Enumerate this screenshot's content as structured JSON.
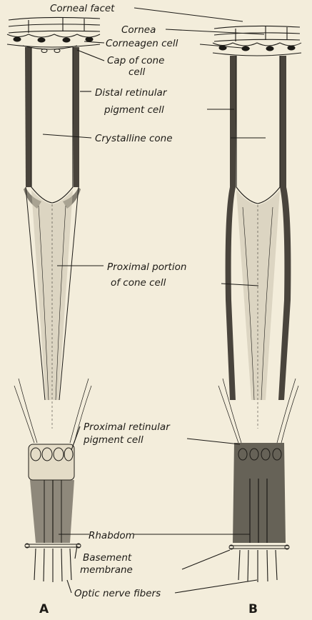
{
  "labels": {
    "corneal_facet": "Corneal facet",
    "cornea": "Cornea",
    "corneagen_cell": "Corneagen cell",
    "cap_of_cone_cell_1": "Cap of cone",
    "cap_of_cone_cell_2": "cell",
    "distal_pigment_1": "Distal retinular",
    "distal_pigment_2": "pigment cell",
    "crystalline_cone": "Crystalline cone",
    "proximal_cone_1": "Proximal portion",
    "proximal_cone_2": "of cone cell",
    "proximal_pigment_1": "Proximal retinular",
    "proximal_pigment_2": "pigment cell",
    "rhabdom": "Rhabdom",
    "basement_1": "Basement",
    "basement_2": "membrane",
    "optic_nerve": "Optic nerve fibers"
  },
  "panels": {
    "a": "A",
    "b": "B"
  },
  "colors": {
    "ink": "#1c1a16",
    "paper": "#f3eddb",
    "stipple": "#b9b2a0"
  }
}
